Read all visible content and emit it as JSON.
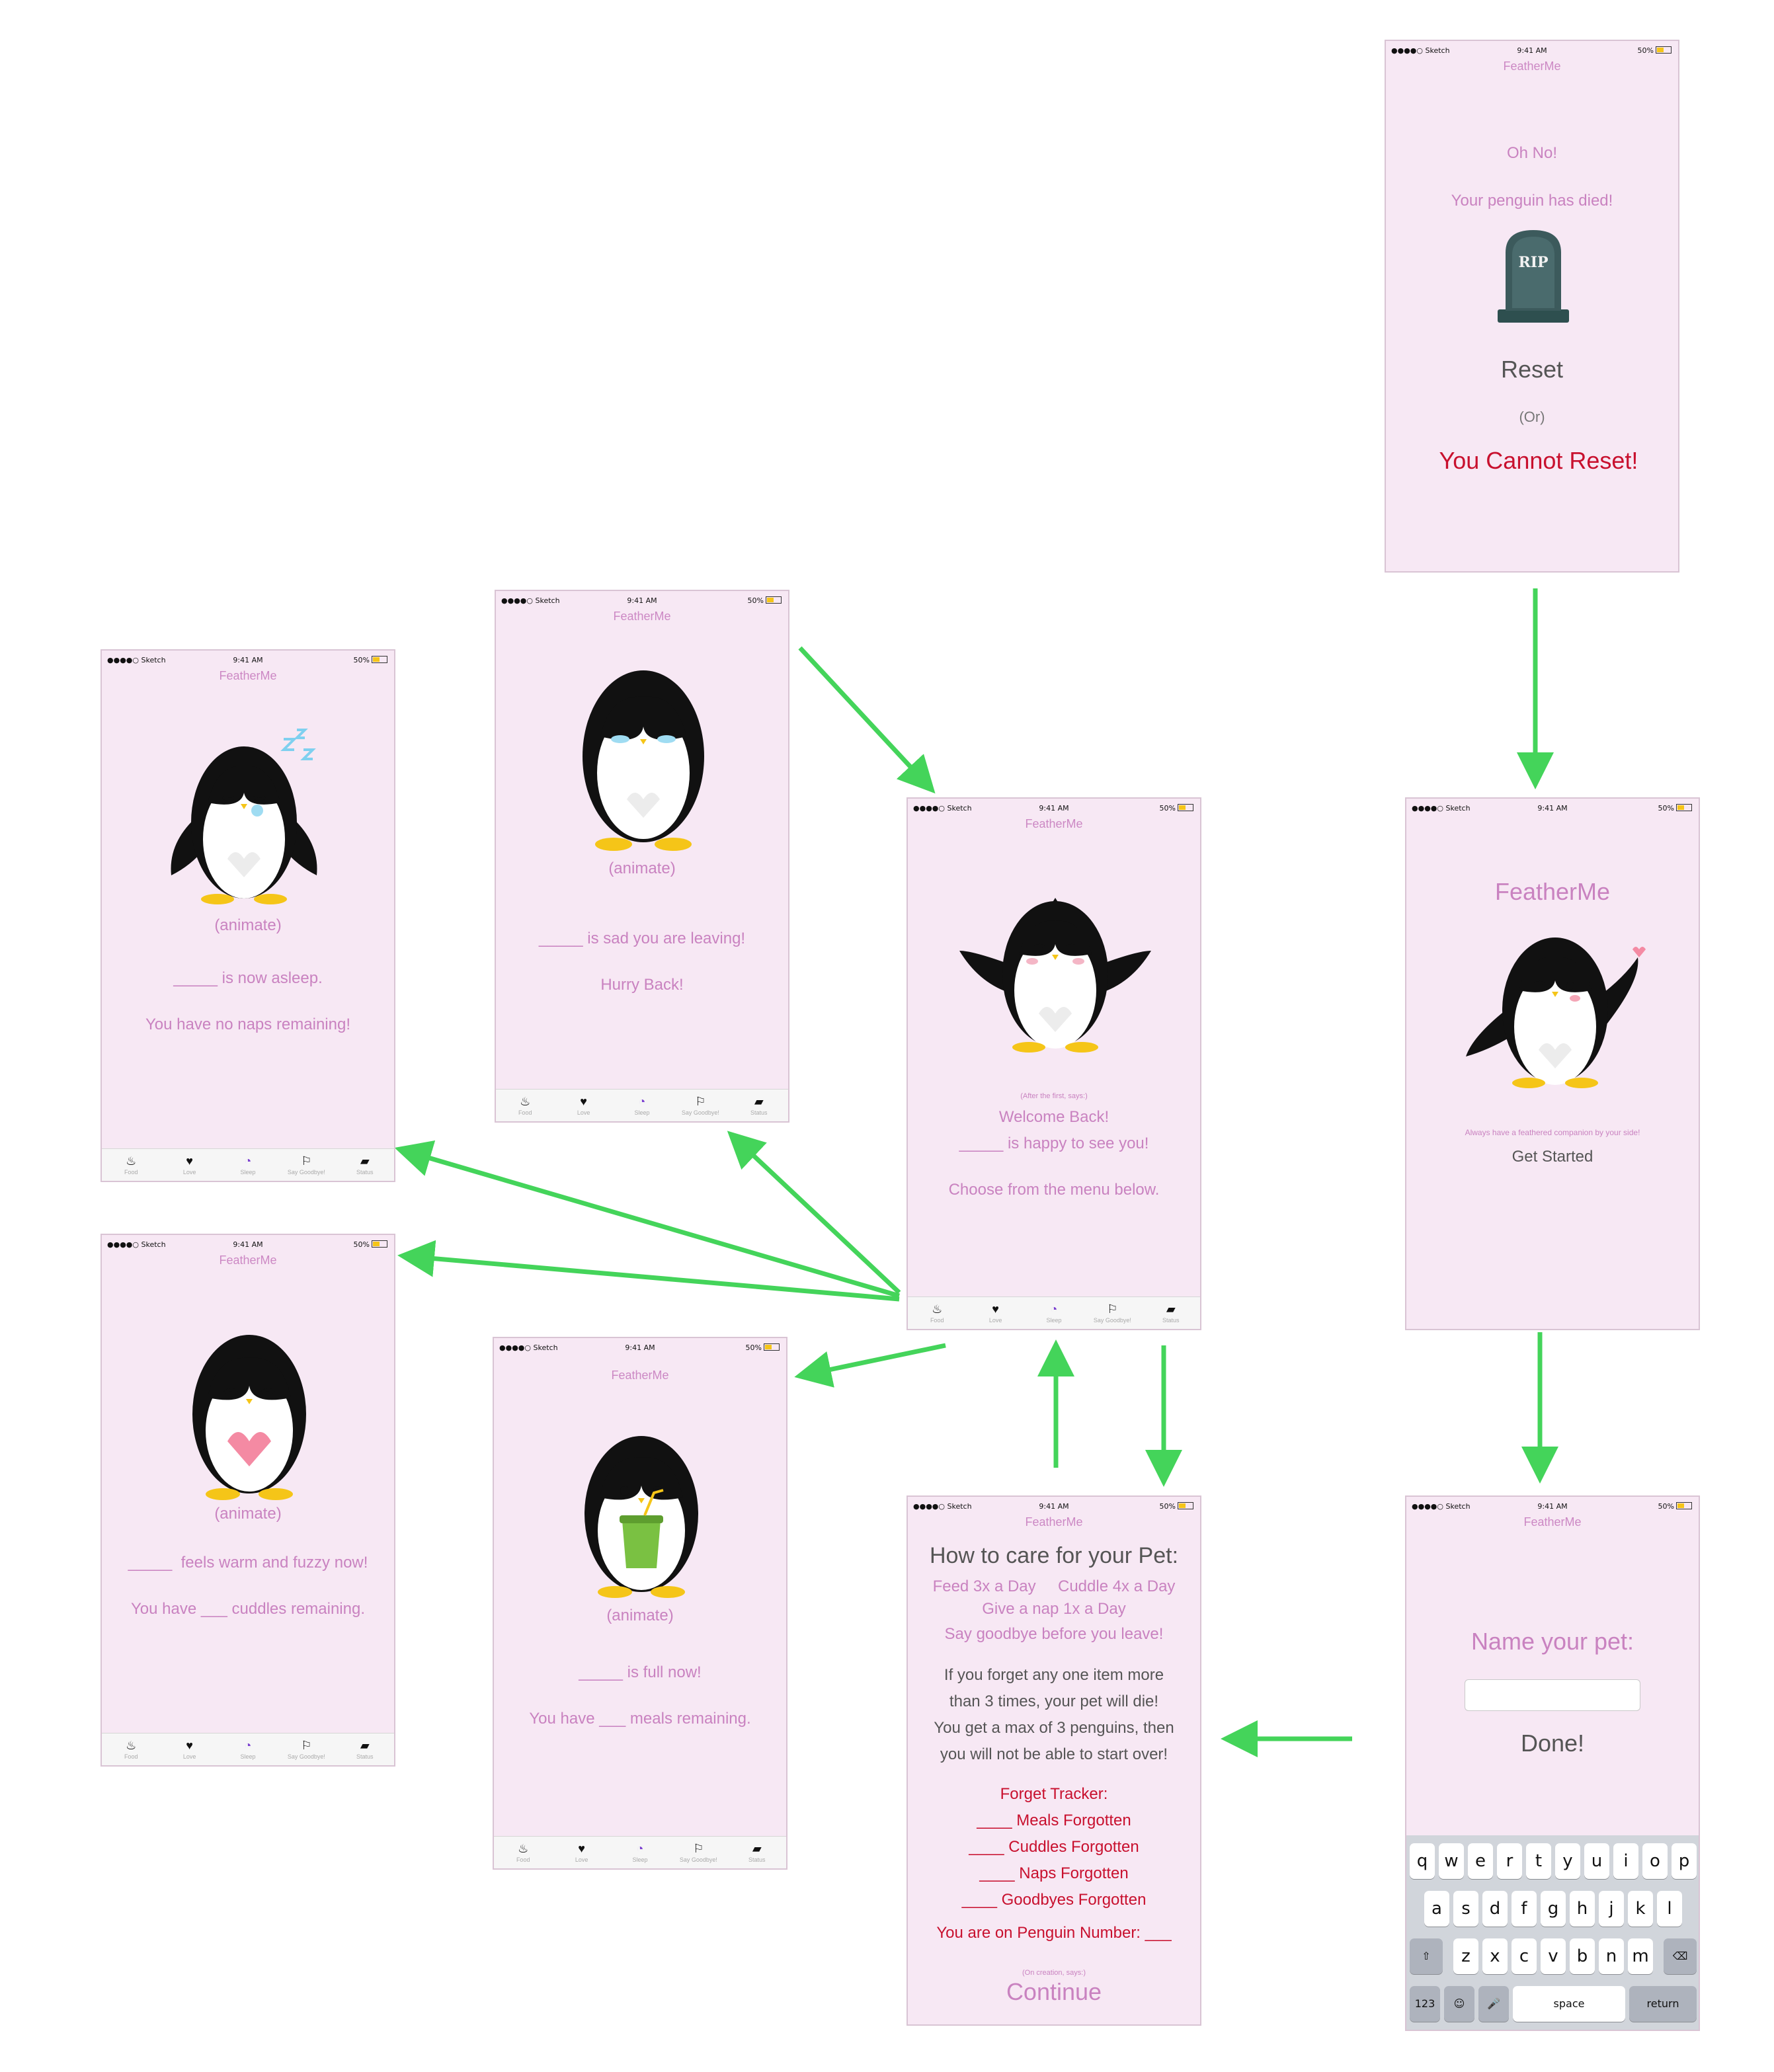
{
  "common": {
    "carrier": "●●●●○ Sketch",
    "time": "9:41 AM",
    "battery": "50%",
    "app_name": "FeatherMe",
    "tabs": [
      {
        "label": "Food",
        "icon": "bowl-icon",
        "glyph": "♨"
      },
      {
        "label": "Love",
        "icon": "heart-icon",
        "glyph": "♥"
      },
      {
        "label": "Sleep",
        "icon": "moon-clock-icon",
        "glyph": "◔"
      },
      {
        "label": "Say Goodbye!",
        "icon": "flag-icon",
        "glyph": "⚐"
      },
      {
        "label": "Status",
        "icon": "pulse-icon",
        "glyph": "▰"
      }
    ]
  },
  "died_screen": {
    "line1": "Oh No!",
    "line2": "Your penguin has died!",
    "tombstone_text": "RIP",
    "reset": "Reset",
    "or": "(Or)",
    "cannot_reset": "You Cannot Reset!"
  },
  "welcome_screen": {
    "title": "FeatherMe",
    "tagline": "Always have a feathered companion by your side!",
    "button": "Get Started"
  },
  "name_screen": {
    "prompt": "Name your pet:",
    "input_value": "",
    "done": "Done!",
    "keyboard": {
      "row1": [
        "q",
        "w",
        "e",
        "r",
        "t",
        "y",
        "u",
        "i",
        "o",
        "p"
      ],
      "row2": [
        "a",
        "s",
        "d",
        "f",
        "g",
        "h",
        "j",
        "k",
        "l"
      ],
      "row3": [
        "z",
        "x",
        "c",
        "v",
        "b",
        "n",
        "m"
      ],
      "shift": "⇧",
      "delete": "⌫",
      "numbers": "123",
      "emoji": "☺",
      "mic": "🎤",
      "space": "space",
      "return": "return"
    }
  },
  "care_screen": {
    "title": "How to care for your Pet:",
    "rule1": "Feed 3x a Day     Cuddle 4x a Day",
    "rule2": "Give a nap 1x a Day",
    "rule3": "Say goodbye before you leave!",
    "warn1": "If you forget any one item more",
    "warn2": "than 3 times, your pet will die!",
    "warn3": "You get a max of 3 penguins, then",
    "warn4": "you will not be able to start over!",
    "tracker_title": "Forget Tracker:",
    "tracker": [
      "____ Meals Forgotten",
      "____ Cuddles Forgotten",
      "____ Naps Forgotten",
      "____ Goodbyes Forgotten"
    ],
    "penguin_number": "You are on Penguin Number: ___",
    "note": "(On creation, says:)",
    "continue": "Continue"
  },
  "main_screen": {
    "note": "(After the first, says:)",
    "welcome": "Welcome Back!",
    "happy": "_____ is happy to see you!",
    "choose": "Choose from the menu below."
  },
  "sad_screen": {
    "animate": "(animate)",
    "line1": "_____ is sad you are leaving!",
    "line2": "Hurry Back!"
  },
  "sleep_screen": {
    "animate": "(animate)",
    "line1": "_____ is now asleep.",
    "line2": "You have no naps remaining!"
  },
  "love_screen": {
    "animate": "(animate)",
    "line1": "_____  feels warm and fuzzy now!",
    "line2": "You have ___ cuddles remaining."
  },
  "food_screen": {
    "animate": "(animate)",
    "line1": "_____ is full now!",
    "line2": "You have ___ meals remaining."
  },
  "colors": {
    "screen_bg": "#f7e8f4",
    "text_pink": "#c982c0",
    "accent_red": "#c8102e",
    "arrow_green": "#44d45a"
  }
}
